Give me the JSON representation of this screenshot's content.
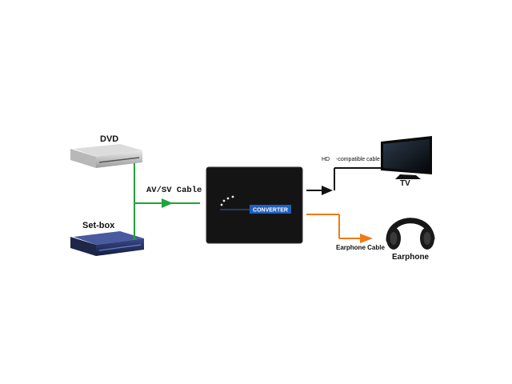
{
  "labels": {
    "dvd": "DVD",
    "setbox": "Set-box",
    "av_cable": "AV/SV Cable",
    "hd_prefix": "HD",
    "hd_cable": "-compatible cable",
    "tv": "TV",
    "earphone_cable": "Earphone Cable",
    "earphone": "Earphone",
    "converter_badge": "CONVERTER"
  },
  "colors": {
    "av_cable": "#1fa33a",
    "hd_cable": "#111111",
    "earphone_cable": "#f07a14",
    "converter_body": "#141414",
    "badge": "#1f5fbf"
  },
  "icons": [
    "dvd-player-icon",
    "set-top-box-icon",
    "converter-box-icon",
    "tv-icon",
    "headphones-icon"
  ]
}
